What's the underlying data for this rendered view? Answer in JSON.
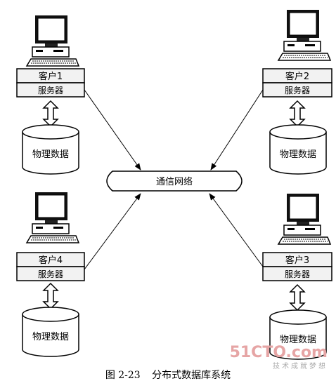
{
  "nodes": [
    {
      "client": "客户1",
      "server": "服务器",
      "db": "物理数据"
    },
    {
      "client": "客户2",
      "server": "服务器",
      "db": "物理数据"
    },
    {
      "client": "客户4",
      "server": "服务器",
      "db": "物理数据"
    },
    {
      "client": "客户3",
      "server": "服务器",
      "db": "物理数据"
    }
  ],
  "network": "通信网络",
  "caption": {
    "number": "图 2-23",
    "title": "分布式数据库系统"
  },
  "watermark": {
    "main": "51CTO.com",
    "sub": "技术成就梦想"
  }
}
